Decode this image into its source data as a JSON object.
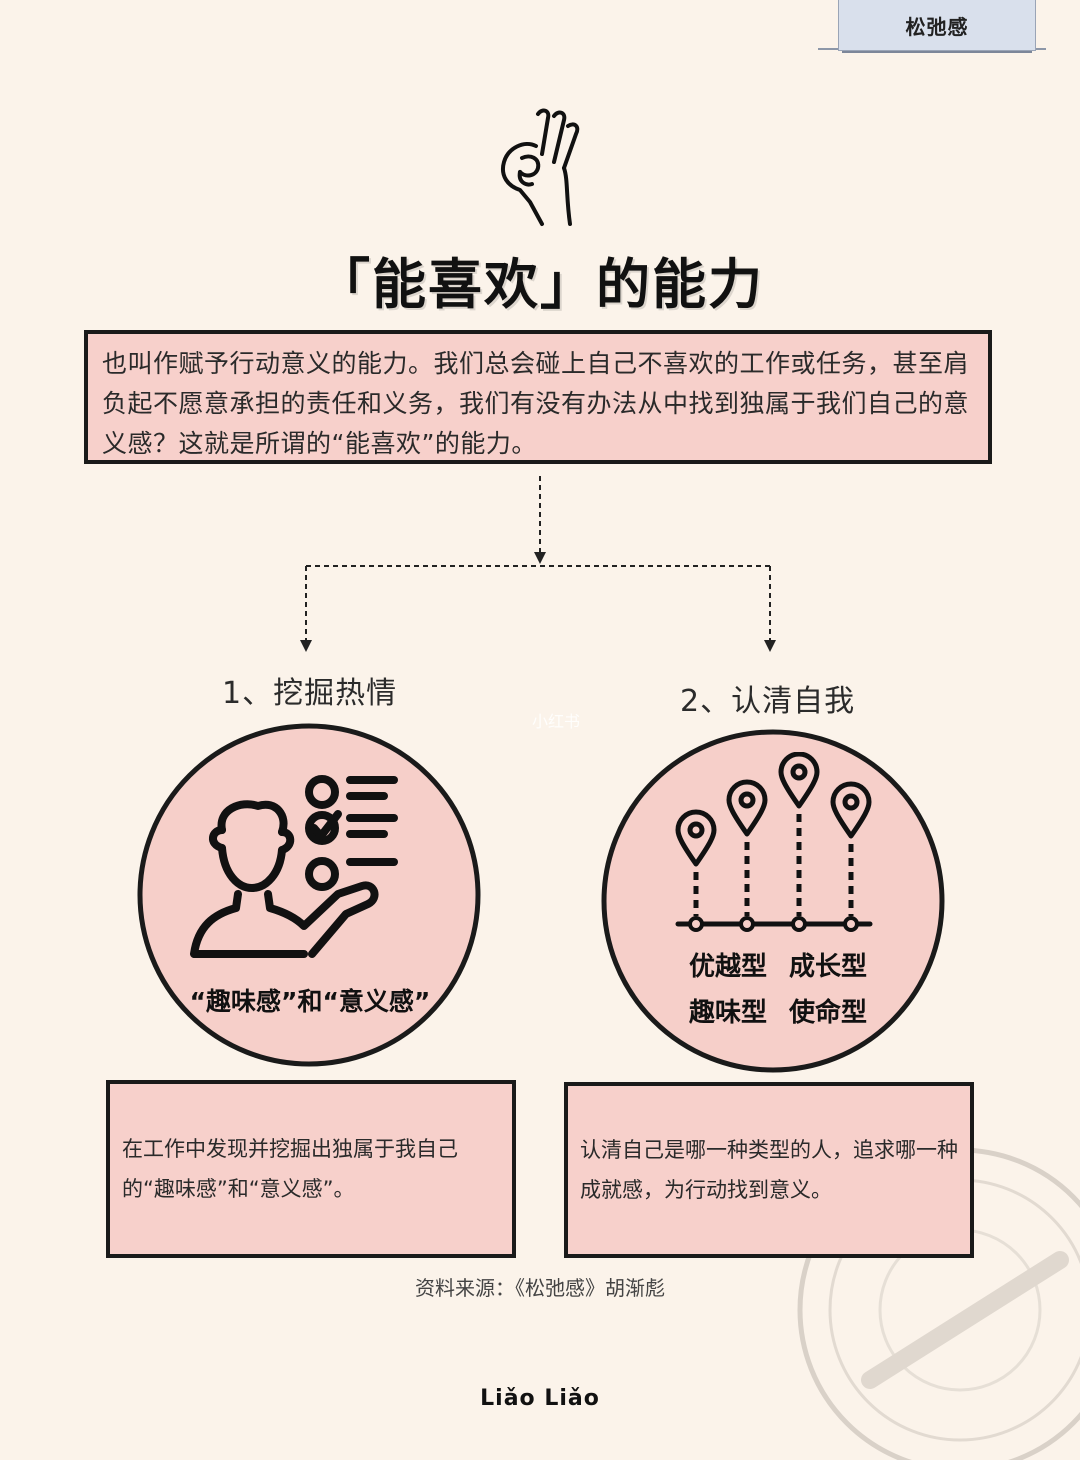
{
  "header_tab": {
    "label": "松弛感"
  },
  "title": "「能喜欢」的能力",
  "intro": {
    "text": "也叫作赋予行动意义的能力。我们总会碰上自己不喜欢的工作或任务，甚至肩负起不愿意承担的责任和义务，我们有没有办法从中找到独属于我们自己的意义感？这就是所谓的“能喜欢”的能力。"
  },
  "branches": [
    {
      "label": "1、挖掘热情",
      "circle_caption": "“趣味感”和“意义感”",
      "description": "在工作中发现并挖掘出独属于我自己的“趣味感”和“意义感”。"
    },
    {
      "label": "2、认清自我",
      "types": [
        "优越型",
        "成长型",
        "趣味型",
        "使命型"
      ],
      "description": "认清自己是哪一种类型的人，追求哪一种成就感，为行动找到意义。"
    }
  ],
  "source": "资料来源：《松弛感》胡渐彪",
  "brand": "Liǎo Liǎo",
  "watermark": "小红书",
  "colors": {
    "background": "#fbf3ea",
    "box_fill": "#f7d0cb",
    "circle_fill": "#f6cfc9",
    "tab_fill": "#d9e0ec",
    "stroke": "#1a1a1a"
  },
  "icons": [
    "ok-hand-icon",
    "person-checklist-icon",
    "location-pins-timeline-icon",
    "circular-stamp-icon"
  ]
}
